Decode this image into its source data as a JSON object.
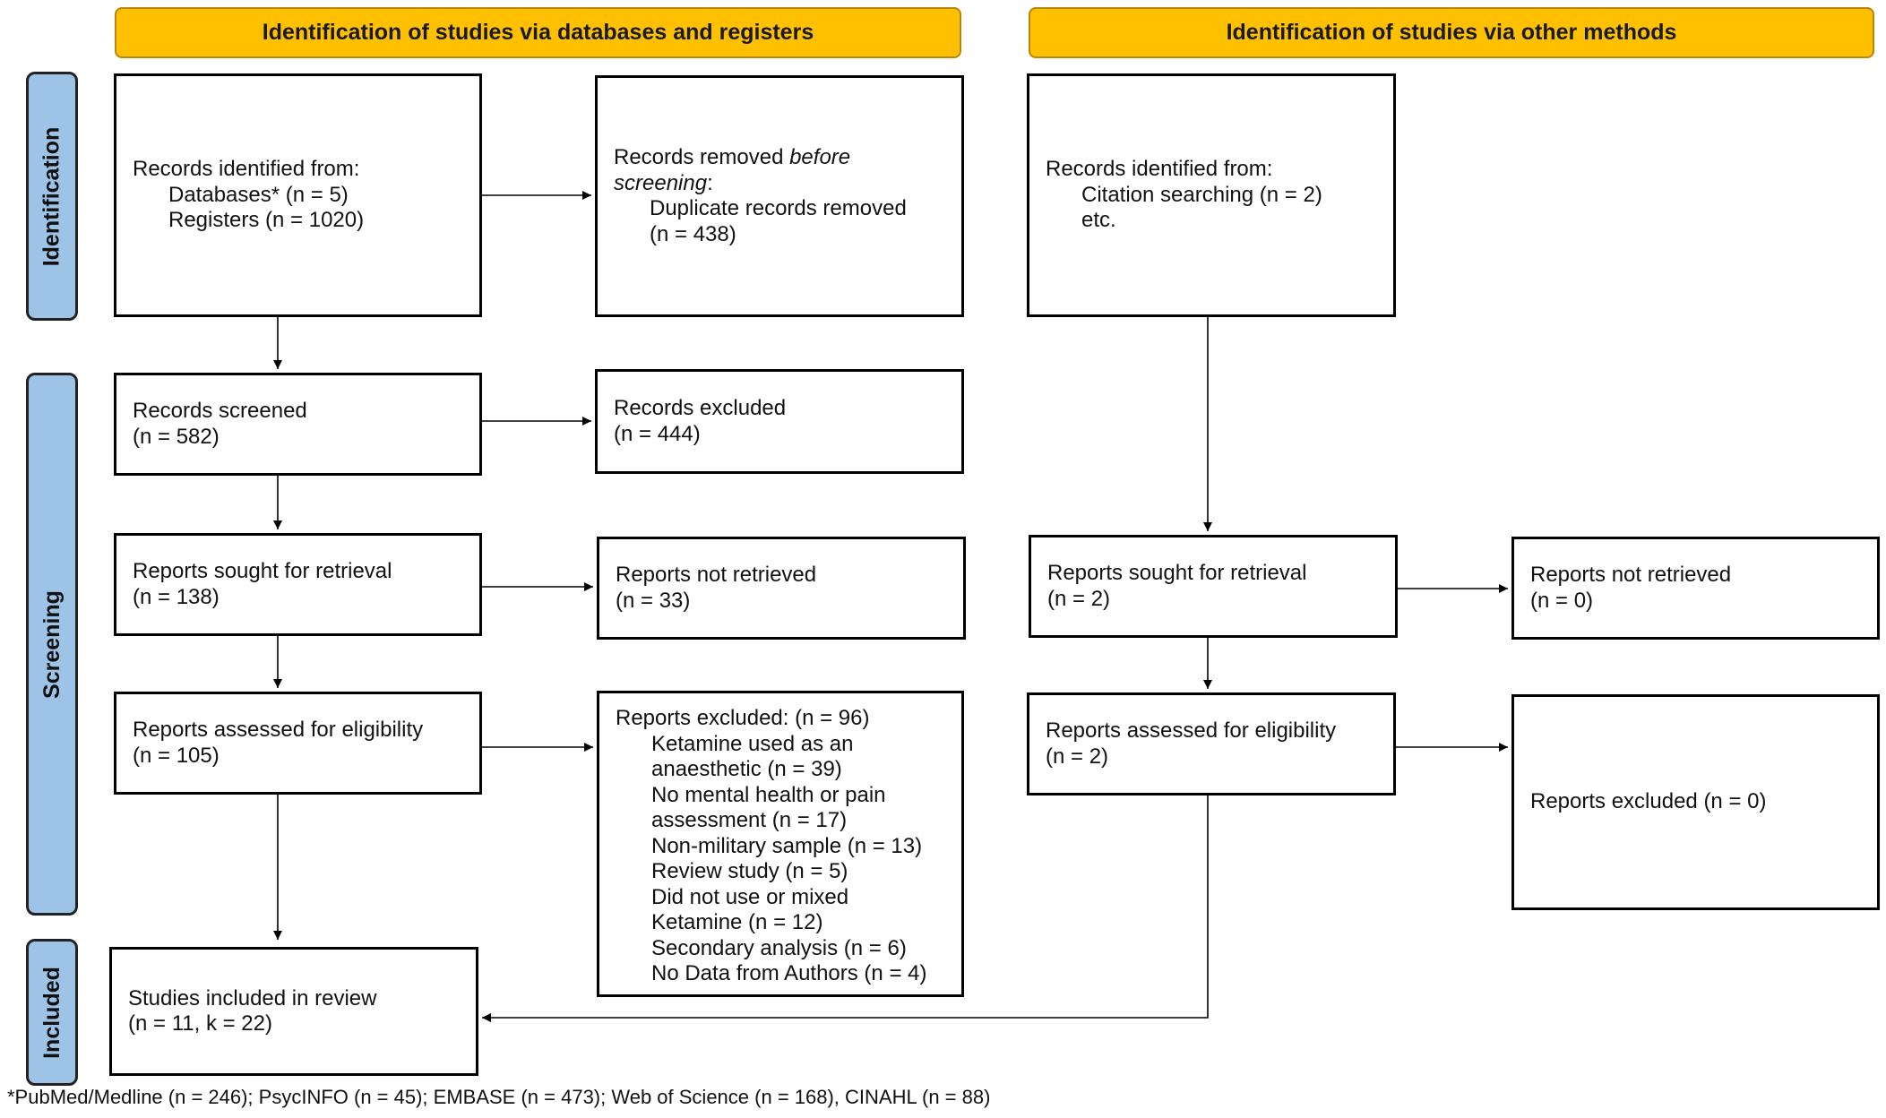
{
  "headers": {
    "databases": "Identification of studies via databases and registers",
    "other": "Identification of studies via other methods"
  },
  "stages": {
    "identification": "Identification",
    "screening": "Screening",
    "included": "Included"
  },
  "left": {
    "identified": {
      "title": "Records identified from:",
      "databases": "Databases* (n = 5)",
      "registers": "Registers (n = 1020)"
    },
    "removed": {
      "title_start": "Records removed ",
      "title_italic": "before",
      "title_italic2": "screening",
      "title_end": ":",
      "duplicates": "Duplicate records removed",
      "duplicates_n": "(n = 438)"
    },
    "screened": {
      "title": "Records screened",
      "n": "(n = 582)"
    },
    "excluded": {
      "title": "Records excluded",
      "n": "(n = 444)"
    },
    "sought": {
      "title": "Reports sought for retrieval",
      "n": "(n = 138)"
    },
    "not_retrieved": {
      "title": "Reports not retrieved",
      "n": "(n = 33)"
    },
    "assessed": {
      "title": "Reports assessed for eligibility",
      "n": "(n = 105)"
    },
    "reports_excluded": {
      "title": "Reports excluded: (n = 96)",
      "lines": [
        "Ketamine used as an",
        "anaesthetic (n = 39)",
        "No mental health or pain",
        "assessment (n = 17)",
        "Non-military sample (n = 13)",
        "Review study (n = 5)",
        "Did not use or mixed",
        "Ketamine (n = 12)",
        "Secondary analysis (n = 6)",
        "No Data from Authors (n = 4)"
      ]
    },
    "included": {
      "title": "Studies included in review",
      "n": "(n = 11, k = 22)"
    }
  },
  "right": {
    "identified": {
      "title": "Records identified from:",
      "citation": "Citation searching (n = 2)",
      "etc": "etc."
    },
    "sought": {
      "title": "Reports sought for retrieval",
      "n": "(n = 2)"
    },
    "not_retrieved": {
      "title": "Reports not retrieved",
      "n": "(n = 0)"
    },
    "assessed": {
      "title": "Reports assessed for eligibility",
      "n": "(n = 2)"
    },
    "excluded": {
      "title": "Reports excluded (n = 0)"
    }
  },
  "footnote": "*PubMed/Medline (n = 246); PsycINFO (n = 45); EMBASE (n = 473); Web of Science (n = 168), CINAHL (n = 88)",
  "colors": {
    "header": "#ffc000",
    "stage": "#9dc3e6"
  }
}
